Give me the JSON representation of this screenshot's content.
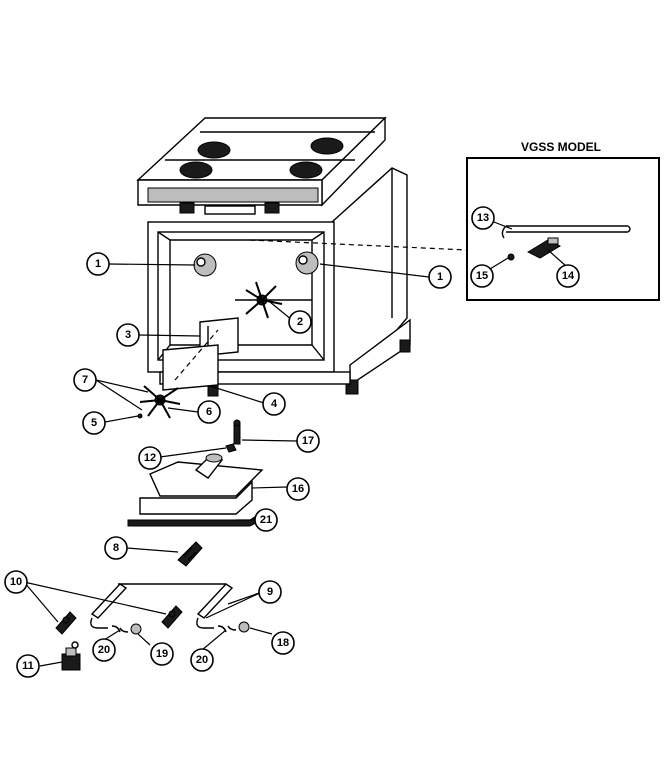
{
  "inset": {
    "title": "VGSS MODEL"
  },
  "callouts": [
    {
      "id": "c1a",
      "label": "1"
    },
    {
      "id": "c1b",
      "label": "1"
    },
    {
      "id": "c2",
      "label": "2"
    },
    {
      "id": "c3",
      "label": "3"
    },
    {
      "id": "c4",
      "label": "4"
    },
    {
      "id": "c5",
      "label": "5"
    },
    {
      "id": "c6",
      "label": "6"
    },
    {
      "id": "c7",
      "label": "7"
    },
    {
      "id": "c8",
      "label": "8"
    },
    {
      "id": "c9",
      "label": "9"
    },
    {
      "id": "c10",
      "label": "10"
    },
    {
      "id": "c11",
      "label": "11"
    },
    {
      "id": "c12",
      "label": "12"
    },
    {
      "id": "c13",
      "label": "13"
    },
    {
      "id": "c14",
      "label": "14"
    },
    {
      "id": "c15",
      "label": "15"
    },
    {
      "id": "c16",
      "label": "16"
    },
    {
      "id": "c17",
      "label": "17"
    },
    {
      "id": "c18",
      "label": "18"
    },
    {
      "id": "c19",
      "label": "19"
    },
    {
      "id": "c20a",
      "label": "20"
    },
    {
      "id": "c20b",
      "label": "20"
    },
    {
      "id": "c21",
      "label": "21"
    }
  ]
}
